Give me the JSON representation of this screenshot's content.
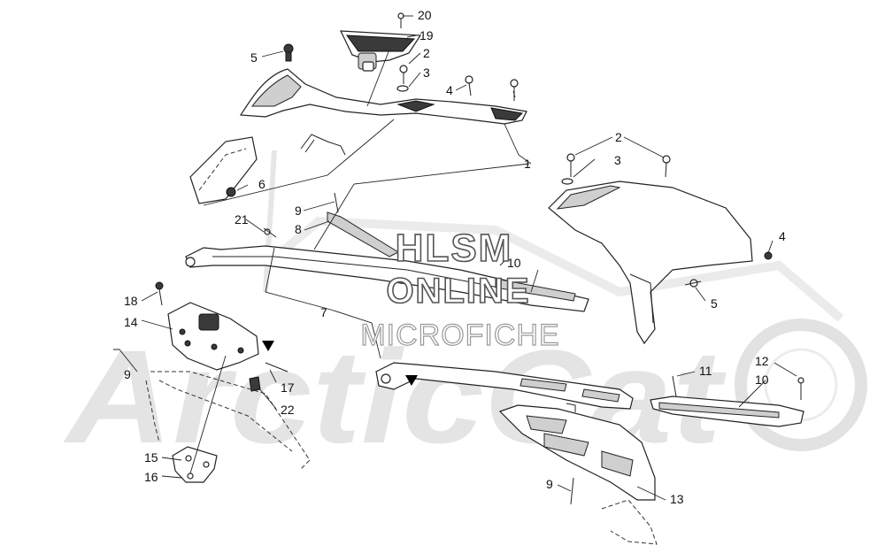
{
  "watermark": {
    "line1": "HLSM",
    "line2": "ONLINE",
    "line3": "MICROFICHE",
    "brand": "ArcticCat"
  },
  "callouts": [
    "20",
    "19",
    "2",
    "3",
    "4",
    "5",
    "1",
    "2",
    "3",
    "6",
    "21",
    "9",
    "8",
    "10",
    "4",
    "18",
    "14",
    "5",
    "7",
    "9",
    "17",
    "22",
    "11",
    "12",
    "10",
    "15",
    "16",
    "9",
    "13"
  ]
}
